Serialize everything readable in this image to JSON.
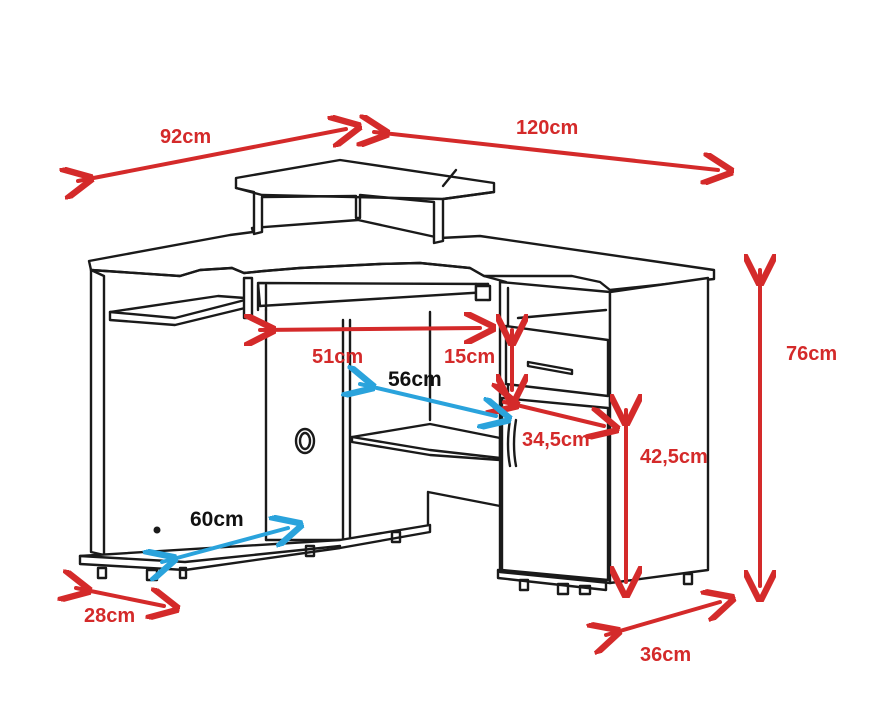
{
  "diagram": {
    "subject": "corner-computer-desk",
    "colors": {
      "line": "#1a1a1a",
      "dimension_red": "#d42a2a",
      "dimension_blue": "#2aa3dc",
      "background": "#ffffff"
    },
    "dimensions": {
      "left_width": "92cm",
      "right_width": "120cm",
      "height": "76cm",
      "keyboard_tray": "51cm",
      "drawer_height": "15cm",
      "shelf_depth": "56cm",
      "cabinet_width": "34,5cm",
      "cabinet_height": "42,5cm",
      "footrest": "60cm",
      "left_depth": "28cm",
      "right_depth": "36cm"
    }
  }
}
